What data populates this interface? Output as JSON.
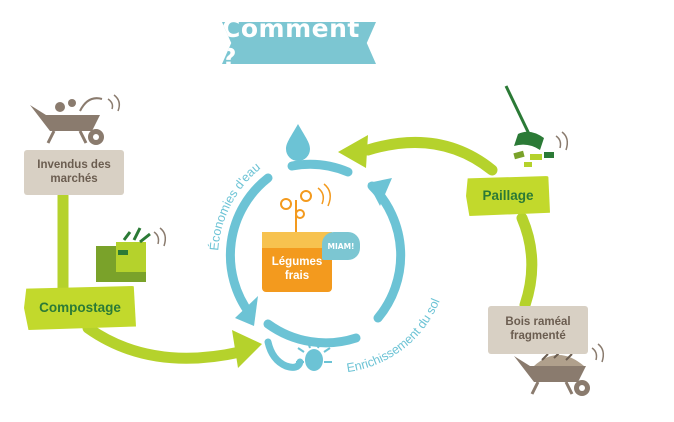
{
  "title": "Comment ?",
  "nodes": {
    "invendus": "Invendus des marchés",
    "compostage": "Compostage",
    "paillage": "Paillage",
    "bois": "Bois raméal fragmenté",
    "legumes": "Légumes frais",
    "msam": "MIAM!"
  },
  "cycle_labels": {
    "economies": "Économies d'eau",
    "enrichissement": "Enrichissement du sol"
  },
  "colors": {
    "green_flow": "#b5d22c",
    "cycle_blue": "#6cc3d5",
    "grey_box": "#d8d0c4",
    "grey_text": "#6b5d50",
    "green_box": "#c2d92c",
    "green_text": "#2b7a36",
    "orange": "#f39a1e"
  },
  "icons": [
    "wheelbarrow-icon",
    "compost-bin-icon",
    "rake-icon",
    "water-drop-icon",
    "worm-icon",
    "beetle-icon",
    "seedling-icon"
  ]
}
